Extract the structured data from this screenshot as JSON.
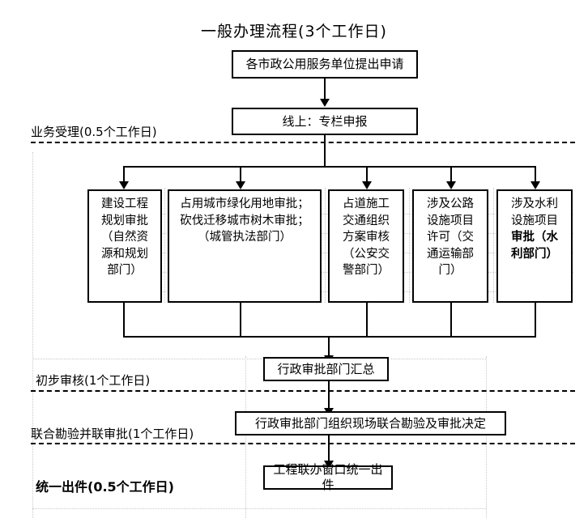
{
  "title": "一般办理流程(3个工作日)",
  "stage_labels": [
    {
      "text": "业务受理(0.5个工作日)",
      "bold": false
    },
    {
      "text": "初步审核(1个工作日)",
      "bold": false
    },
    {
      "text": "联合勘验并联审批(1个工作日)",
      "bold": false
    },
    {
      "text": "统一出件(0.5个工作日)",
      "bold": true
    }
  ],
  "nodes": {
    "apply": "各市政公用服务单位提出申请",
    "online": "线上：专栏申报",
    "summary": "行政审批部门汇总",
    "joint_review": "行政审批部门组织现场联合勘验及审批决定",
    "issue": "工程联办窗口统一出件"
  },
  "parallel_boxes": [
    {
      "lines": [
        {
          "text": "建设工程",
          "bold": false
        },
        {
          "text": "规划审批",
          "bold": false
        },
        {
          "text": "（自然资",
          "bold": false
        },
        {
          "text": "源和规划",
          "bold": false
        },
        {
          "text": "部门）",
          "bold": false
        }
      ]
    },
    {
      "lines": [
        {
          "text": "占用城市绿化用地审批；",
          "bold": false
        },
        {
          "text": "砍伐迁移城市树木审批；",
          "bold": false
        },
        {
          "text": "（城管执法部门）",
          "bold": false
        }
      ]
    },
    {
      "lines": [
        {
          "text": "占道施工",
          "bold": false
        },
        {
          "text": "交通组织",
          "bold": false
        },
        {
          "text": "方案审核",
          "bold": false
        },
        {
          "text": "（公安交",
          "bold": false
        },
        {
          "text": "警部门）",
          "bold": false
        }
      ]
    },
    {
      "lines": [
        {
          "text": "涉及公路",
          "bold": false
        },
        {
          "text": "设施项目",
          "bold": false
        },
        {
          "text": "许可（交",
          "bold": false
        },
        {
          "text": "通运输部",
          "bold": false
        },
        {
          "text": "门）",
          "bold": false
        }
      ]
    },
    {
      "lines": [
        {
          "text": "涉及水利",
          "bold": false
        },
        {
          "text": "设施项目",
          "bold": false
        },
        {
          "text": "审批（水",
          "bold": true
        },
        {
          "text": "利部门）",
          "bold": true
        }
      ]
    }
  ],
  "colors": {
    "line": "#000000",
    "background": "#ffffff",
    "grid": "#c9c9c9"
  }
}
